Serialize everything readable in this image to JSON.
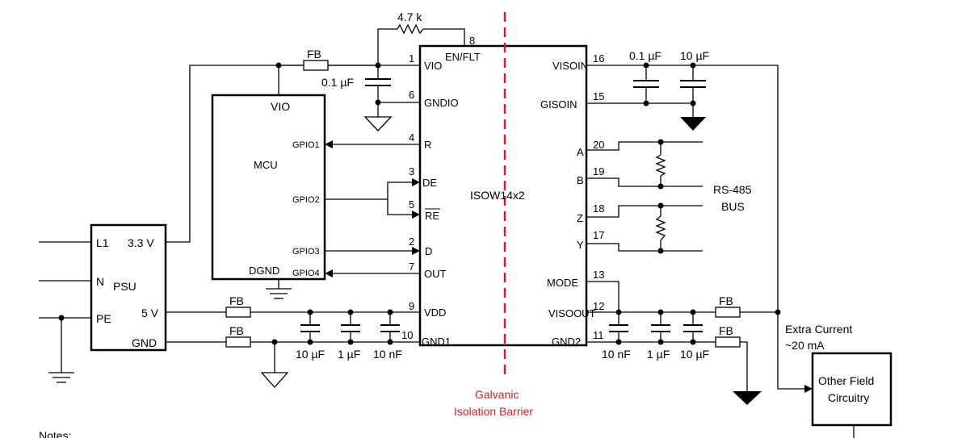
{
  "diagram": {
    "chip": {
      "name": "ISOW14x2",
      "left_pins": [
        {
          "num": "1",
          "label": "VIO"
        },
        {
          "num": "6",
          "label": "GNDIO"
        },
        {
          "num": "4",
          "label": "R"
        },
        {
          "num": "3",
          "label": "DE"
        },
        {
          "num": "5",
          "label": "RE"
        },
        {
          "num": "2",
          "label": "D"
        },
        {
          "num": "7",
          "label": "OUT"
        },
        {
          "num": "9",
          "label": "VDD"
        },
        {
          "num": "10",
          "label": "GND1"
        }
      ],
      "top_pin": {
        "num": "8",
        "label": "EN/FLT"
      },
      "right_pins": [
        {
          "num": "16",
          "label": "VISOIN"
        },
        {
          "num": "15",
          "label": "GISOIN"
        },
        {
          "num": "20",
          "label": "A"
        },
        {
          "num": "19",
          "label": "B"
        },
        {
          "num": "18",
          "label": "Z"
        },
        {
          "num": "17",
          "label": "Y"
        },
        {
          "num": "13",
          "label": "MODE"
        },
        {
          "num": "12",
          "label": "VISOOUT"
        },
        {
          "num": "11",
          "label": "GND2"
        }
      ]
    },
    "mcu": {
      "name": "MCU",
      "vio_label": "VIO",
      "dgnd_label": "DGND",
      "gpio": [
        "GPIO1",
        "GPIO2",
        "GPIO3",
        "GPIO4"
      ]
    },
    "psu": {
      "name": "PSU",
      "pins": [
        "L1",
        "N",
        "PE",
        "3.3 V",
        "5 V",
        "GND"
      ]
    },
    "components": {
      "resistor_top": "4.7 k",
      "cap_vio": "0.1 µF",
      "fb": "FB",
      "left_caps": [
        "10 µF",
        "1 µF",
        "10 nF"
      ],
      "right_caps": [
        "10 nF",
        "1 µF",
        "10 µF"
      ],
      "top_right_caps": [
        "0.1 µF",
        "10 µF"
      ]
    },
    "bus": {
      "line1": "RS-485",
      "line2": "BUS"
    },
    "extra_current": {
      "line1": "Extra Current",
      "line2": "~20 mA"
    },
    "other_field": {
      "line1": "Other Field",
      "line2": "Circuitry"
    },
    "barrier": {
      "line1": "Galvanic",
      "line2": "Isolation Barrier"
    },
    "notes": "Notes:",
    "colors": {
      "barrier": "#d0202a",
      "ink": "#000000"
    }
  }
}
